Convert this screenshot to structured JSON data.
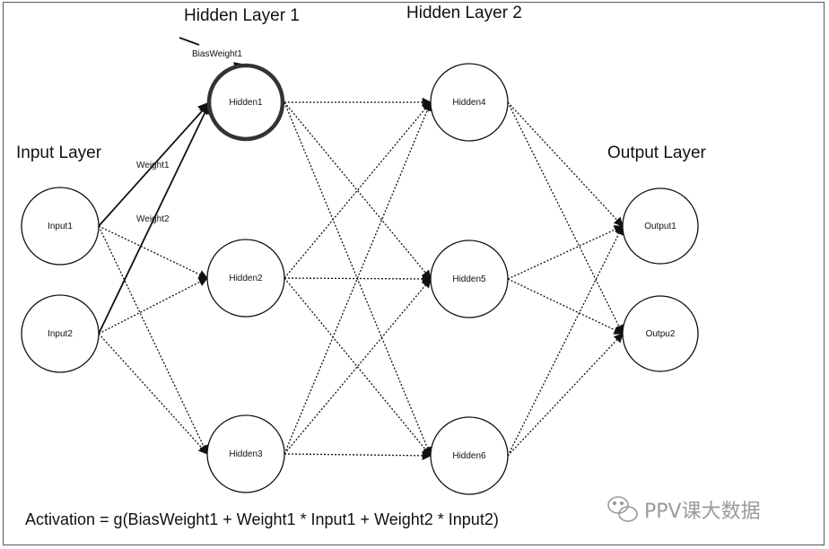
{
  "layers": {
    "input": "Input Layer",
    "hidden1": "Hidden Layer 1",
    "hidden2": "Hidden Layer 2",
    "output": "Output Layer"
  },
  "nodes": {
    "input1": "Input1",
    "input2": "Input2",
    "hidden1": "Hidden1",
    "hidden2": "Hidden2",
    "hidden3": "Hidden3",
    "hidden4": "Hidden4",
    "hidden5": "Hidden5",
    "hidden6": "Hidden6",
    "output1": "Output1",
    "output2": "Outpu2"
  },
  "edge_labels": {
    "weight1": "Weight1",
    "weight2": "Weight2",
    "bias_weight1": "BiasWeight1"
  },
  "formula": "Activation = g(BiasWeight1 + Weight1 * Input1 + Weight2 * Input2)",
  "watermark": {
    "text": "PPV课大数据",
    "icon": "wechat-icon"
  }
}
